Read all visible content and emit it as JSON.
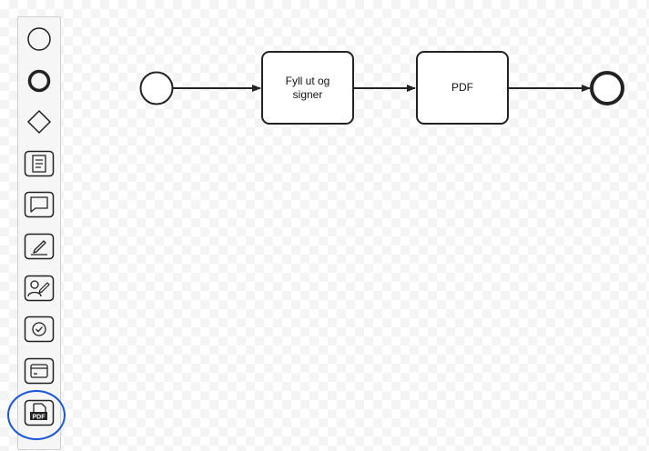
{
  "palette": {
    "tools": [
      {
        "name": "start-event-tool",
        "icon": "circle-thin-icon"
      },
      {
        "name": "end-event-tool",
        "icon": "circle-thick-icon"
      },
      {
        "name": "gateway-tool",
        "icon": "diamond-icon"
      },
      {
        "name": "form-task-tool",
        "icon": "form-list-icon"
      },
      {
        "name": "message-task-tool",
        "icon": "speech-bubble-icon"
      },
      {
        "name": "sign-task-tool",
        "icon": "pen-sign-icon"
      },
      {
        "name": "user-sign-task-tool",
        "icon": "user-sign-icon"
      },
      {
        "name": "confirm-task-tool",
        "icon": "check-circle-icon"
      },
      {
        "name": "payment-task-tool",
        "icon": "credit-card-icon"
      },
      {
        "name": "pdf-task-tool",
        "icon": "pdf-file-icon",
        "label": "PDF",
        "highlighted": true
      }
    ],
    "highlight_color": "#1a56db"
  },
  "diagram": {
    "tasks": [
      {
        "id": "fill-sign",
        "label": "Fyll ut og signer"
      },
      {
        "id": "pdf",
        "label": "PDF"
      }
    ],
    "start_event": "start",
    "end_event": "end"
  }
}
